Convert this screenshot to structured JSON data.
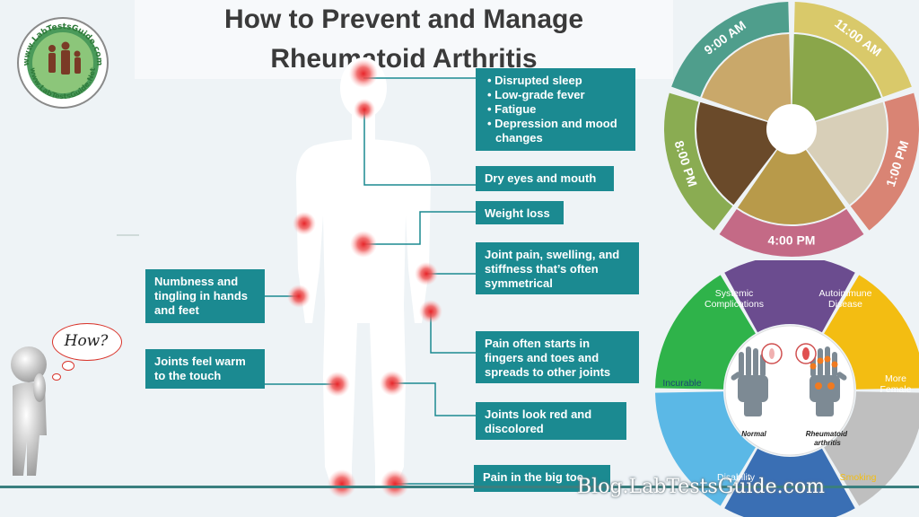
{
  "title": {
    "line1": "How to Prevent and Manage",
    "line2": "Rheumatoid Arthritis"
  },
  "logo": {
    "text_top": "www.LabTestsGuide.com",
    "text_bottom": "www.LabTestsGuide.Net"
  },
  "thought": "How?",
  "symptoms": {
    "general": [
      "Disrupted sleep",
      "Low-grade fever",
      "Fatigue",
      "Depression and mood changes"
    ],
    "dry": "Dry eyes and mouth",
    "weight": "Weight loss",
    "joint": "Joint pain, swelling, and stiffness that’s often symmetrical",
    "fingers": "Pain often starts in fingers and toes and spreads to other joints",
    "red": "Joints look red and discolored",
    "toe": "Pain in the big toe",
    "numb": "Numbness and tingling in hands and feet",
    "warm": "Joints feel warm to the touch"
  },
  "schedule": {
    "times": [
      "9:00 AM",
      "11:00 AM",
      "1:00 PM",
      "4:00 PM",
      "8:00 PM"
    ],
    "colors": [
      "#4f9e8c",
      "#d9c96a",
      "#d98474",
      "#c46a86",
      "#8aac52"
    ]
  },
  "diagram": {
    "segments": [
      "Systemic Complications",
      "Autoimmune Disease",
      "More Female",
      "Smoking",
      "Disability",
      "Incurable"
    ],
    "colors": [
      "#2fb34a",
      "#6b4c8f",
      "#f3bd12",
      "#bfbfbf",
      "#3a6fb4",
      "#5bb8e6"
    ],
    "hand_labels": [
      "Normal",
      "Rheumatoid arthritis"
    ]
  },
  "footer": "Blog.LabTestsGuide.com"
}
